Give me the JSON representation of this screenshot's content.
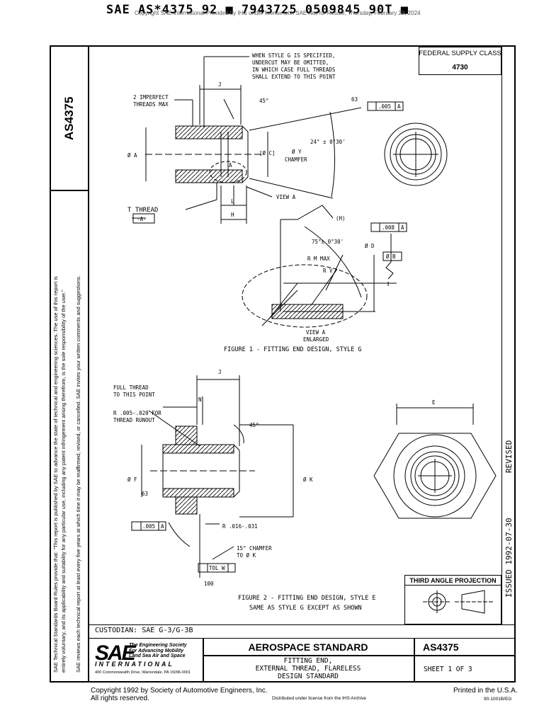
{
  "header": {
    "stamp": "SAE AS*4375 92 ■ 7943725 0509845 90T ■",
    "overprint": "Copyright SAE International Provided by IHS under license with SAE Not for Resale, Thursday, February 29, 2024"
  },
  "left_col": {
    "doc_number": "AS4375",
    "rules_text_1": "SAE Technical Standards Board Rules provide that: \"This report is published by SAE to advance the state of technical and engineering sciences. The use of this report is",
    "rules_text_2": "entirely voluntary, and its applicability and suitability for any particular use, including any patent infringement arising therefrom, is the sole responsibility of the user.\"",
    "rules_text_3": "SAE reviews each technical report at least every five years at which time it may be reaffirmed, revised, or cancelled. SAE invites your written comments and suggestions."
  },
  "federal_supply": {
    "label": "FEDERAL SUPPLY CLASS",
    "value": "4730"
  },
  "right_col": {
    "issued": "ISSUED  1992-07-30",
    "revised": "REVISED"
  },
  "figure1": {
    "note_style_g": "WHEN STYLE G IS SPECIFIED,",
    "note_style_g_2": "UNDERCUT MAY BE OMITTED,",
    "note_style_g_3": "IN WHICH CASE FULL THREADS",
    "note_style_g_4": "SHALL EXTEND TO THIS POINT",
    "imperfect": "2 IMPERFECT",
    "imperfect_2": "THREADS MAX",
    "j": "J",
    "angle45": "45°",
    "finish63": "63",
    "runout": ".005",
    "datum_a_ref": "A",
    "angle24": "24° ± 0°30'",
    "dia_a": "Ø A",
    "dia_c": "[Ø C]",
    "dia_y": "Ø Y",
    "chamfer": "CHAMFER",
    "a_mark": "A",
    "view_a": "VIEW A",
    "t_thread": "T THREAD",
    "datum_a": "-A-",
    "l": "L",
    "h": "H",
    "h_paren": "(H)",
    "angle75": "75°± 0°30'",
    "r_m_max": "R M MAX",
    "r_v": "R V",
    "dia_d": "Ø D",
    "runout_d": ".008",
    "datum_b": "Ø B",
    "view_a_enl": "VIEW A",
    "enlarged": "ENLARGED",
    "caption": "FIGURE 1 - FITTING END DESIGN, STYLE G"
  },
  "figure2": {
    "full_thread": "FULL THREAD",
    "full_thread_2": "TO THIS POINT",
    "r_runout": "R .005-.020 FOR",
    "r_runout_2": "THREAD RUNOUT",
    "j": "J",
    "n": "N",
    "angle45": "45°",
    "e": "E",
    "dia_f": "Ø F",
    "dia_k": "Ø K",
    "finish63": "63",
    "runout": ".005",
    "datum_a_ref": "A",
    "r_016": "R .016-.031",
    "chamfer15": "15° CHAMFER",
    "chamfer15_2": "TO Ø K",
    "tol_w": "TOL W",
    "finish100": "100",
    "caption": "FIGURE 2 - FITTING END DESIGN, STYLE E",
    "caption_2": "SAME AS STYLE G EXCEPT AS SHOWN"
  },
  "projection": {
    "label": "THIRD ANGLE PROJECTION"
  },
  "title_block": {
    "custodian": "CUSTODIAN:   SAE G-3/G-3B",
    "sae_logo": "SAE",
    "sae_tag_1": "The Engineering Society",
    "sae_tag_2": "For Advancing Mobility",
    "sae_tag_3": "Land Sea Air and Space",
    "sae_intl": "INTERNATIONAL",
    "sae_addr": "400 Commonwealth Drive, Warrendale, PA 15096-0001",
    "standard": "AEROSPACE STANDARD",
    "doc_number": "AS4375",
    "subject_1": "FITTING END,",
    "subject_2": "EXTERNAL THREAD, FLARELESS",
    "subject_3": "DESIGN STANDARD",
    "sheet": "SHEET 1 OF 3"
  },
  "footer": {
    "copyright_1": "Copyright  1992  by Society of Automotive Engineers, Inc.",
    "copyright_2": "All rights reserved.",
    "distributed": "Distributed under license from the IHS Archive",
    "printed": "Printed in the U.S.A.",
    "form_no": "90-1001B/EG"
  }
}
